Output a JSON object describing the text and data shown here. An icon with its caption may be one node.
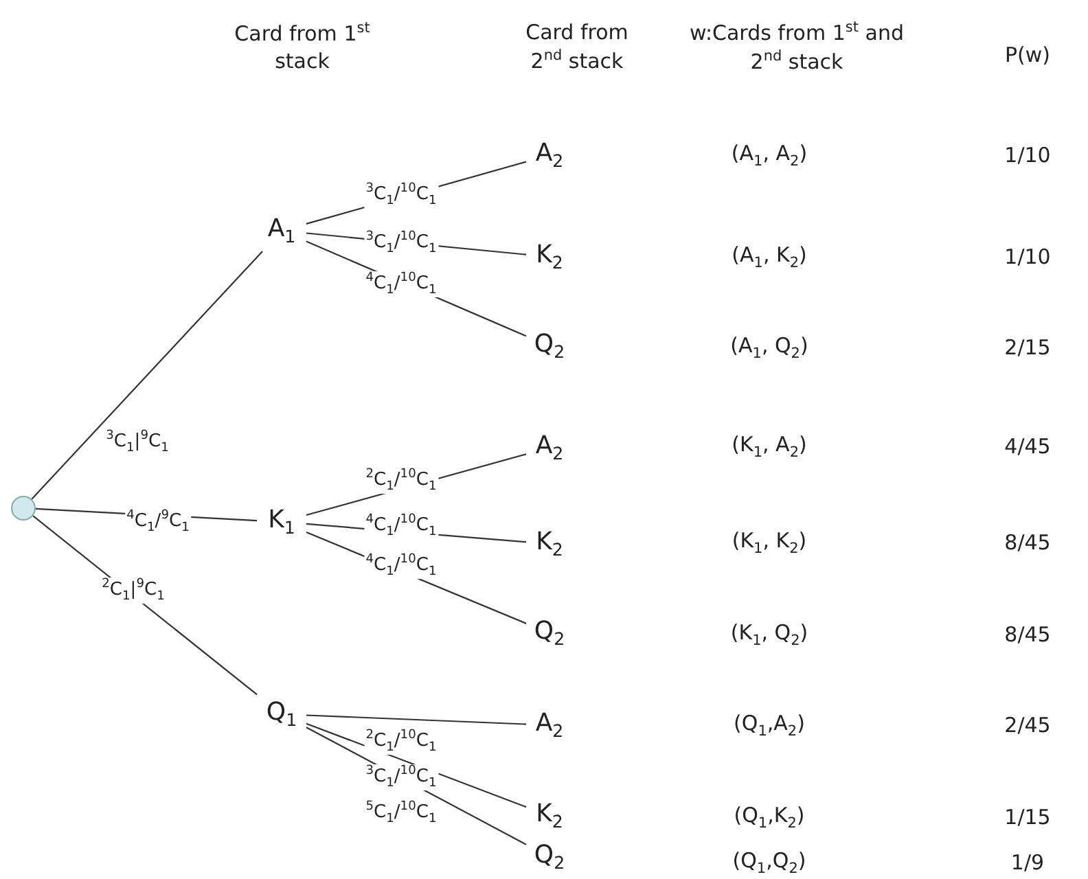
{
  "diagram": {
    "nodes": [
      {
        "text": [],
        "shape": "circle"
      },
      {
        "text": [
          "A$_{1}$"
        ]
      },
      {
        "text": [
          "K$_{1}$"
        ]
      },
      {
        "text": [
          "Q$_{1}$"
        ]
      },
      {
        "text": [
          "A$_{2}$"
        ]
      },
      {
        "text": [
          "K$_{2}$"
        ]
      },
      {
        "text": [
          "Q$_{2}$"
        ]
      },
      {
        "text": [
          "A$_{2}$"
        ]
      },
      {
        "text": [
          "K$_{2}$"
        ]
      },
      {
        "text": [
          "Q$_{2}$"
        ]
      },
      {
        "text": [
          "A$_{2}$"
        ]
      },
      {
        "text": [
          "K$_{2}$"
        ]
      },
      {
        "text": [
          "Q$_{2}$"
        ]
      }
    ],
    "edges": [
      {
        "from": 0,
        "to": 1,
        "arrow": "none",
        "label": "$^{3}$C$_{1}$|$^{9}$C$_{1}$"
      },
      {
        "from": 0,
        "to": 2,
        "arrow": "none",
        "label": "$^{4}$C$_{1}$/$^{9}$C$_{1}$"
      },
      {
        "from": 0,
        "to": 3,
        "arrow": "none",
        "label": "$^{2}$C$_{1}$|$^{9}$C$_{1}$"
      },
      {
        "from": 1,
        "to": 4,
        "arrow": "none",
        "label": "$^{3}$C$_{1}$/$^{10}$C$_{1}$"
      },
      {
        "from": 1,
        "to": 5,
        "arrow": "none",
        "label": "$^{3}$C$_{1}$/$^{10}$C$_{1}$"
      },
      {
        "from": 1,
        "to": 6,
        "arrow": "none",
        "label": "$^{4}$C$_{1}$/$^{10}$C$_{1}$"
      },
      {
        "from": 2,
        "to": 7,
        "arrow": "none",
        "label": "$^{2}$C$_{1}$/$^{10}$C$_{1}$"
      },
      {
        "from": 2,
        "to": 8,
        "arrow": "none",
        "label": "$^{4}$C$_{1}$/$^{10}$C$_{1}$"
      },
      {
        "from": 2,
        "to": 9,
        "arrow": "none",
        "label": "$^{4}$C$_{1}$/$^{10}$C$_{1}$"
      },
      {
        "from": 3,
        "to": 10,
        "arrow": "none",
        "label": "$^{2}$C$_{1}$/$^{10}$C$_{1}$"
      },
      {
        "from": 3,
        "to": 11,
        "arrow": "none",
        "label": "$^{3}$C$_{1}$/$^{10}$C$_{1}$"
      },
      {
        "from": 3,
        "to": 12,
        "arrow": "none",
        "label": "$^{5}$C$_{1}$/$^{10}$C$_{1}$"
      }
    ],
    "labels": [
      "Card from 1$^{st}$ stack",
      "Card from 2$^{nd}$ stack",
      "w:Cards from 1$^{st}$ and 2$^{nd}$ stack",
      "P(w)",
      "(A$_{1}$, A$_{2}$)",
      "1/10",
      "(A$_{1}$, K$_{2}$)",
      "1/10",
      "(A$_{1}$, Q$_{2}$)",
      "2/15",
      "(K$_{1}$, A$_{2}$)",
      "4/45",
      "(K$_{1}$, K$_{2}$)",
      "8/45",
      "(K$_{1}$, Q$_{2}$)",
      "8/45",
      "(Q$_{1}$,A$_{2}$)",
      "2/45",
      "(Q$_{1}$,K$_{2}$)",
      "1/15",
      "(Q$_{1}$,Q$_{2}$)",
      "1/9"
    ]
  }
}
